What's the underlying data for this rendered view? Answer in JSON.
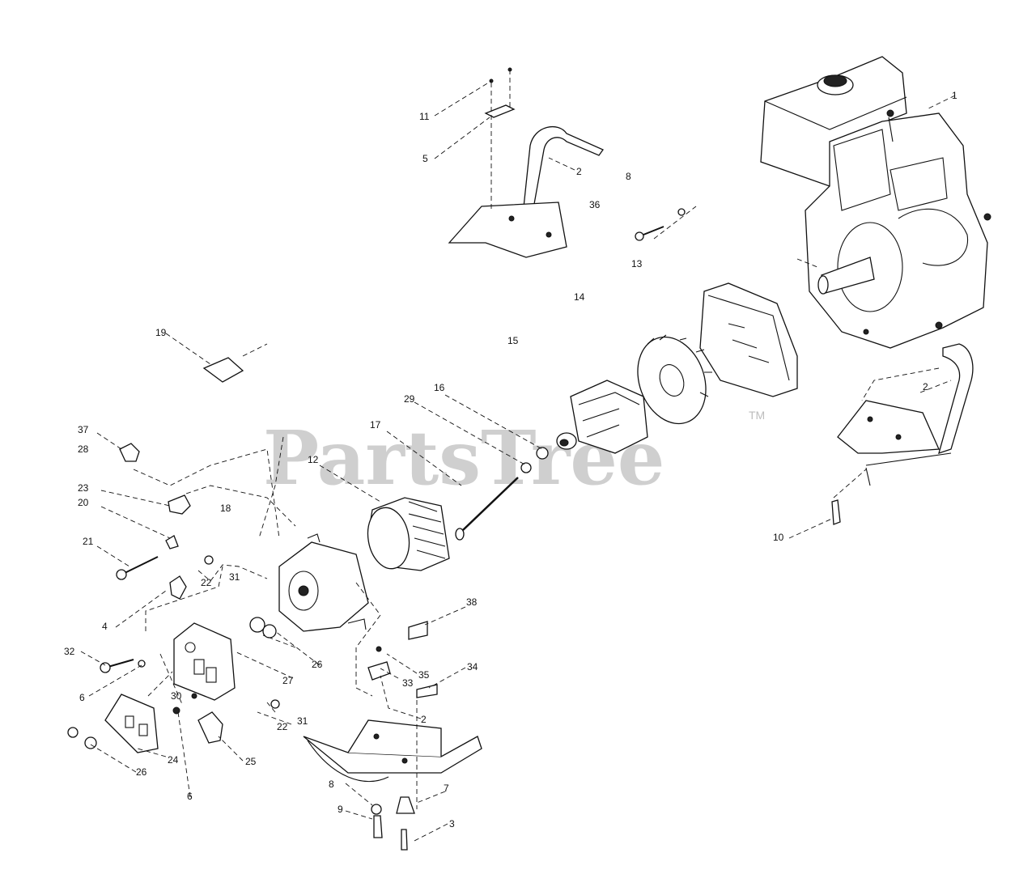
{
  "watermark": {
    "text": "PartsTree",
    "trademark": "TM"
  },
  "part_numbers": {
    "n1": "1",
    "n2a": "2",
    "n2b": "2",
    "n2c": "2",
    "n3": "3",
    "n4": "4",
    "n5": "5",
    "n6a": "6",
    "n6b": "6",
    "n7": "7",
    "n8a": "8",
    "n8b": "8",
    "n9": "9",
    "n10": "10",
    "n11": "11",
    "n12": "12",
    "n13": "13",
    "n14": "14",
    "n15": "15",
    "n16": "16",
    "n17": "17",
    "n18": "18",
    "n19": "19",
    "n20": "20",
    "n21": "21",
    "n22a": "22",
    "n22b": "22",
    "n23": "23",
    "n24": "24",
    "n25": "25",
    "n26a": "26",
    "n26b": "26",
    "n27": "27",
    "n28": "28",
    "n29": "29",
    "n30": "30",
    "n31a": "31",
    "n31b": "31",
    "n32": "32",
    "n33": "33",
    "n34": "34",
    "n35": "35",
    "n36": "36",
    "n37": "37",
    "n38": "38"
  }
}
